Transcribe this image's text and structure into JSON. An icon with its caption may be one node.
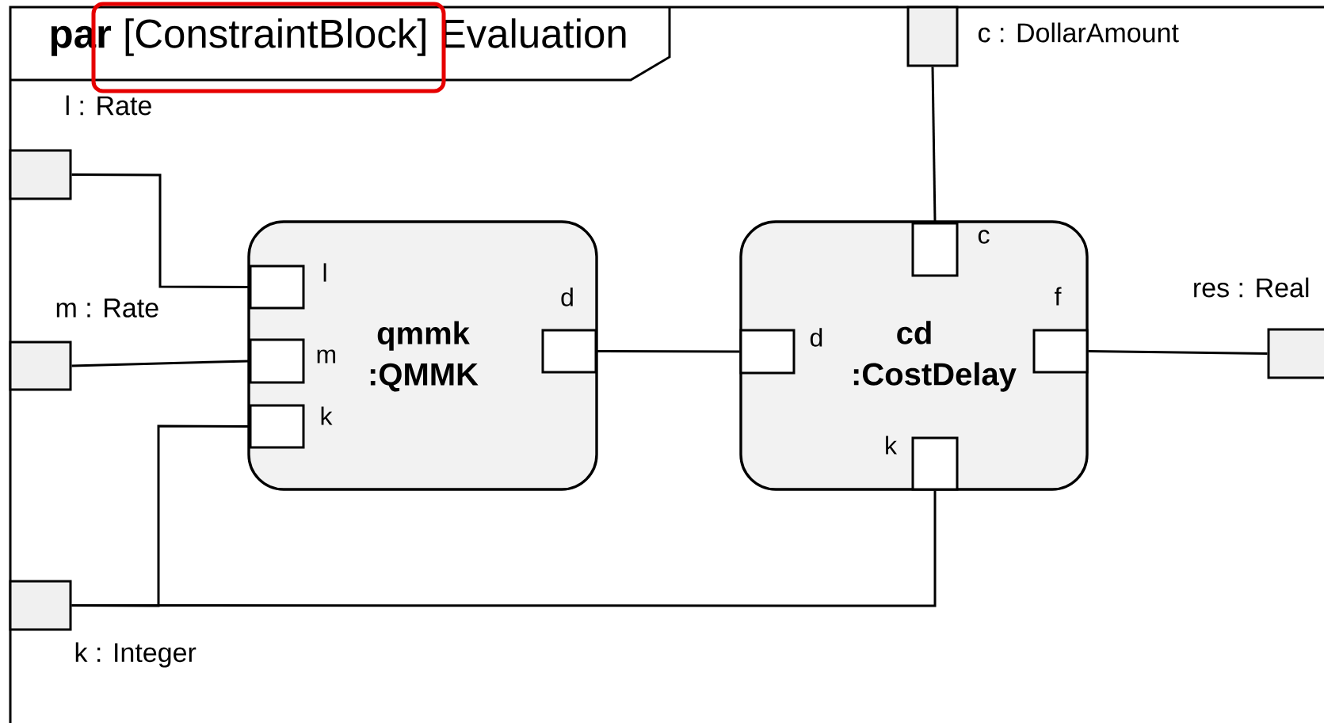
{
  "diagram": {
    "nodes": [
      {
        "text": [
          "**par** [ConstraintBlock] Evaluation"
        ]
      },
      {
        "text": [
          "c : DollarAmount"
        ],
        "in": 0
      },
      {
        "text": [
          "l : Rate"
        ],
        "in": 0
      },
      {
        "text": [
          "m : Rate"
        ],
        "in": 0
      },
      {
        "text": [
          "res : Real"
        ],
        "in": 0
      },
      {
        "text": [
          "k : Integer"
        ],
        "in": 0
      },
      {
        "text": [
          "qmmk :QMMK"
        ],
        "in": 0
      },
      {
        "text": [
          "l"
        ],
        "in": 6
      },
      {
        "text": [
          "m"
        ],
        "in": 6
      },
      {
        "text": [
          "k"
        ],
        "in": 6
      },
      {
        "text": [
          "d"
        ],
        "in": 6
      },
      {
        "text": [
          "cd :CostDelay"
        ],
        "in": 0
      },
      {
        "text": [
          "c"
        ],
        "in": 11
      },
      {
        "text": [
          "d"
        ],
        "in": 11
      },
      {
        "text": [
          "f"
        ],
        "in": 11
      },
      {
        "text": [
          "k"
        ],
        "in": 11
      }
    ],
    "edges": [
      {
        "from": 1,
        "to": 12,
        "arrow": "none"
      },
      {
        "from": 2,
        "to": 7,
        "arrow": "none"
      },
      {
        "from": 3,
        "to": 8,
        "arrow": "none"
      },
      {
        "from": 5,
        "to": 9,
        "arrow": "none"
      },
      {
        "from": 5,
        "to": 15,
        "arrow": "none"
      },
      {
        "from": 10,
        "to": 13,
        "arrow": "none"
      },
      {
        "from": 14,
        "to": 4,
        "arrow": "none"
      }
    ]
  }
}
